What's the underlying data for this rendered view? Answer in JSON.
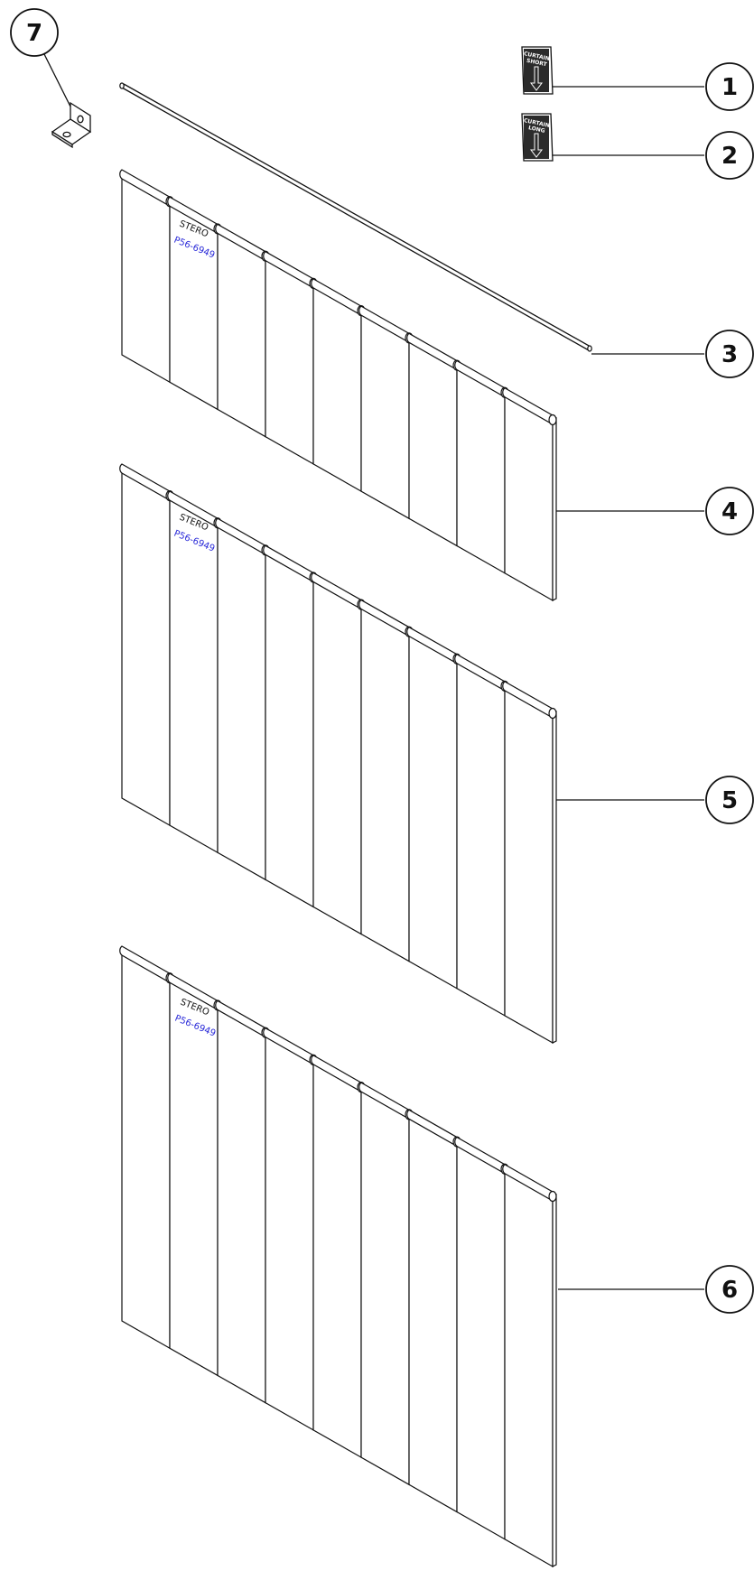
{
  "colors": {
    "line": "#111111",
    "part_number": "#2a2ad8",
    "sign_fill": "#2b2b2b",
    "background": "#ffffff"
  },
  "callouts": [
    {
      "id": "7",
      "label": "7",
      "target": "mounting-bracket"
    },
    {
      "id": "1",
      "label": "1",
      "target": "sign-curtain-short"
    },
    {
      "id": "2",
      "label": "2",
      "target": "sign-curtain-long"
    },
    {
      "id": "3",
      "label": "3",
      "target": "hanging-rod"
    },
    {
      "id": "4",
      "label": "4",
      "target": "curtain-panel-short"
    },
    {
      "id": "5",
      "label": "5",
      "target": "curtain-panel-medium"
    },
    {
      "id": "6",
      "label": "6",
      "target": "curtain-panel-long"
    }
  ],
  "signs": [
    {
      "id": "1",
      "line1": "CURTAIN",
      "line2": "SHORT"
    },
    {
      "id": "2",
      "line1": "CURTAIN",
      "line2": "LONG"
    }
  ],
  "panels": [
    {
      "id": "4",
      "brand": "STERO",
      "part_number": "P56-6949",
      "strips": 9
    },
    {
      "id": "5",
      "brand": "STERO",
      "part_number": "P56-6949",
      "strips": 9
    },
    {
      "id": "6",
      "brand": "STERO",
      "part_number": "P56-6949",
      "strips": 9
    }
  ]
}
